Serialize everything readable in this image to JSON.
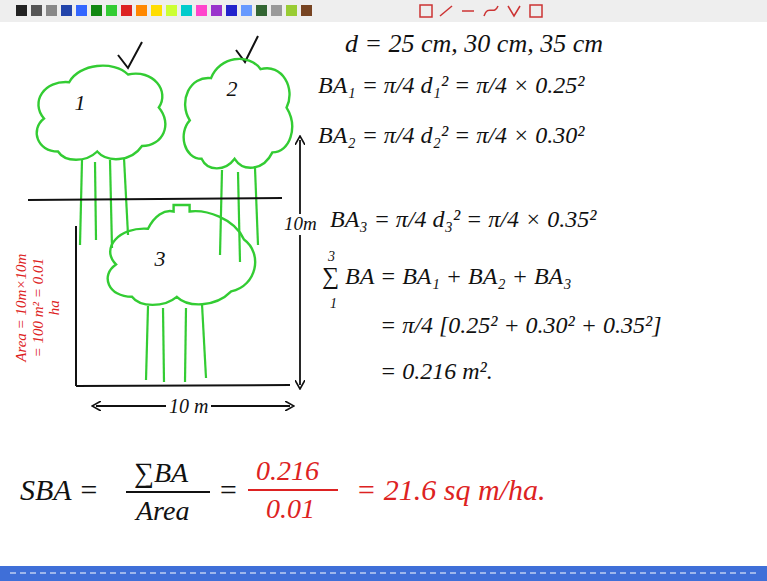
{
  "diagram": {
    "nodes": [
      {
        "text": [
          "1"
        ]
      },
      {
        "text": [
          "2"
        ]
      },
      {
        "text": [
          "3"
        ]
      }
    ],
    "labels": [
      "d = 25 cm, 30 cm, 35 cm",
      "BA₁ = π/4 d₁² = π/4 × 0.25²",
      "BA₂ = π/4 d₂² = π/4 × 0.30²",
      "10m",
      "BA₃ = π/4 d₃² = π/4 × 0.35²",
      "3",
      "∑ BA = BA₁ + BA₂ + BA₃",
      "1",
      "= π/4 [0.25² + 0.30² + 0.35²]",
      "= 0.216 m².",
      "10 m",
      "Area = 10m×10m = 100 m² = 0.01 ha",
      "SBA =",
      "∑BA",
      "Area",
      "=",
      "0.216",
      "0.01",
      "= 21.6 sq m/ha."
    ]
  }
}
